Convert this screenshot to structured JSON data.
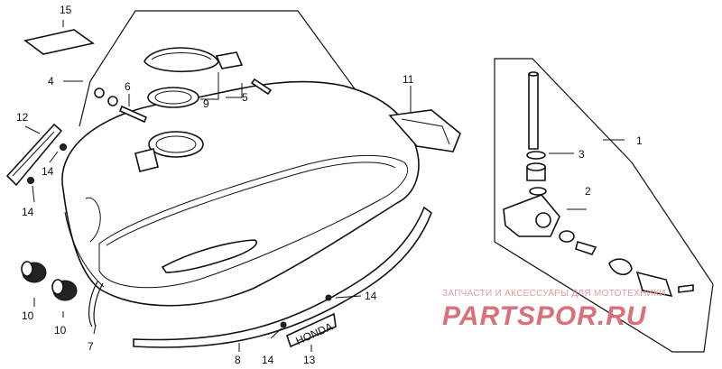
{
  "callouts": [
    "1",
    "2",
    "3",
    "4",
    "5",
    "6",
    "7",
    "8",
    "9",
    "10",
    "10",
    "11",
    "12",
    "13",
    "14",
    "14",
    "14",
    "14",
    "15"
  ],
  "emblem_text": "HONDA",
  "watermark": {
    "line1": "ЗАПЧАСТИ И АКСЕССУАРЫ ДЛЯ МОТОТЕХНИКИ",
    "line2": "PARTSPOR.RU"
  },
  "colors": {
    "line": "#111111",
    "watermark": "#d9707a"
  }
}
